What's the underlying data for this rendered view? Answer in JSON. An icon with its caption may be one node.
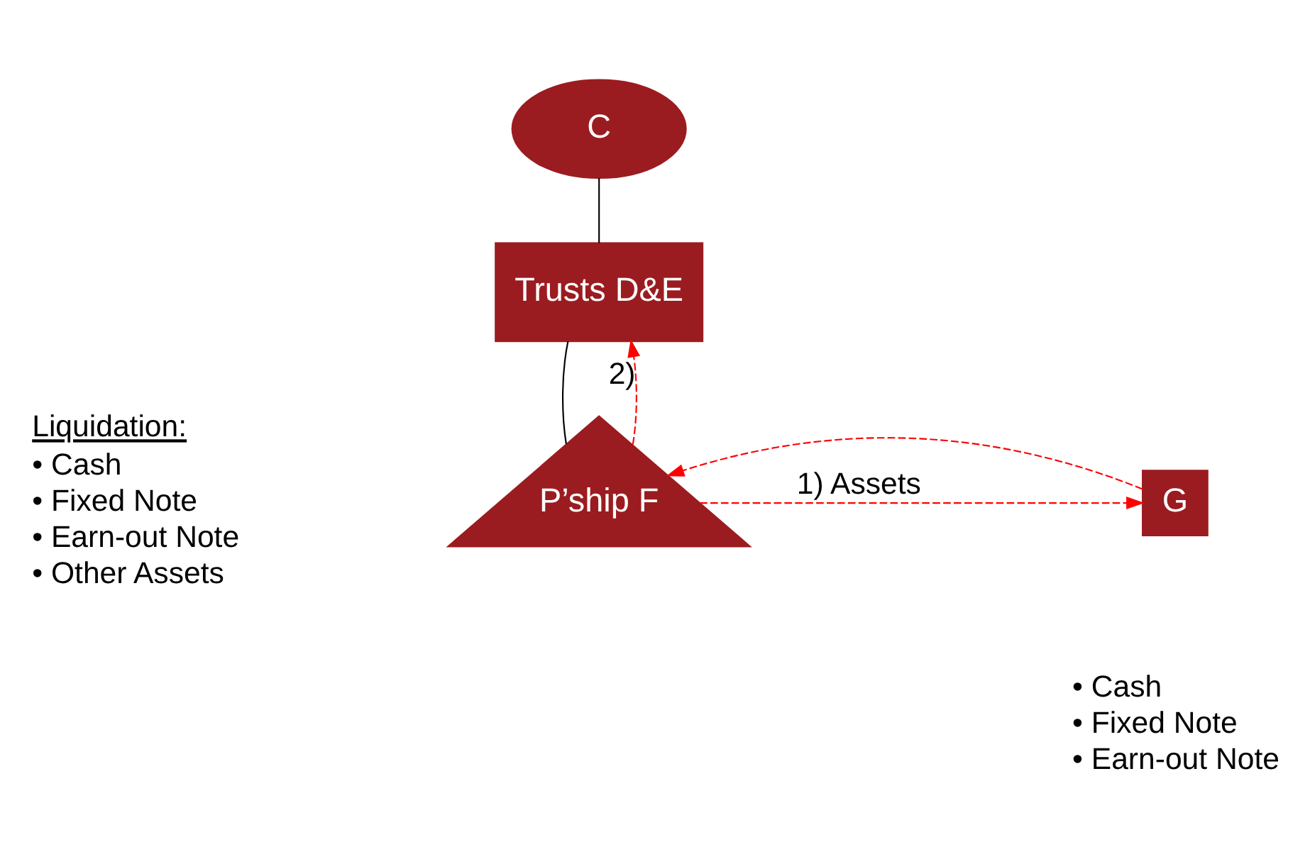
{
  "diagram": {
    "nodes": [
      {
        "text": [
          "C"
        ]
      },
      {
        "text": [
          "Trusts D&E"
        ]
      },
      {
        "text": [
          "P’ship F"
        ]
      },
      {
        "text": [
          "G"
        ]
      }
    ],
    "edges": [
      {
        "from": 0,
        "to": 1,
        "arrow": "none",
        "color": "#000000"
      },
      {
        "from": 1,
        "to": 2,
        "arrow": "none",
        "color": "#000000"
      },
      {
        "from": 2,
        "to": 1,
        "arrow": "to",
        "label": "2)",
        "style": "dashed",
        "color": "#ff0000"
      },
      {
        "from": 2,
        "to": 3,
        "arrow": "to",
        "label": "1) Assets",
        "style": "dashed",
        "color": "#ff0000"
      },
      {
        "from": 3,
        "to": 2,
        "arrow": "to",
        "style": "dashed",
        "color": "#ff0000"
      }
    ],
    "labels": [
      "Liquidation:",
      "• Cash",
      "• Fixed Note",
      "• Earn-out Note",
      "• Other Assets",
      "• Cash",
      "• Fixed Note",
      "• Earn-out Note"
    ]
  }
}
